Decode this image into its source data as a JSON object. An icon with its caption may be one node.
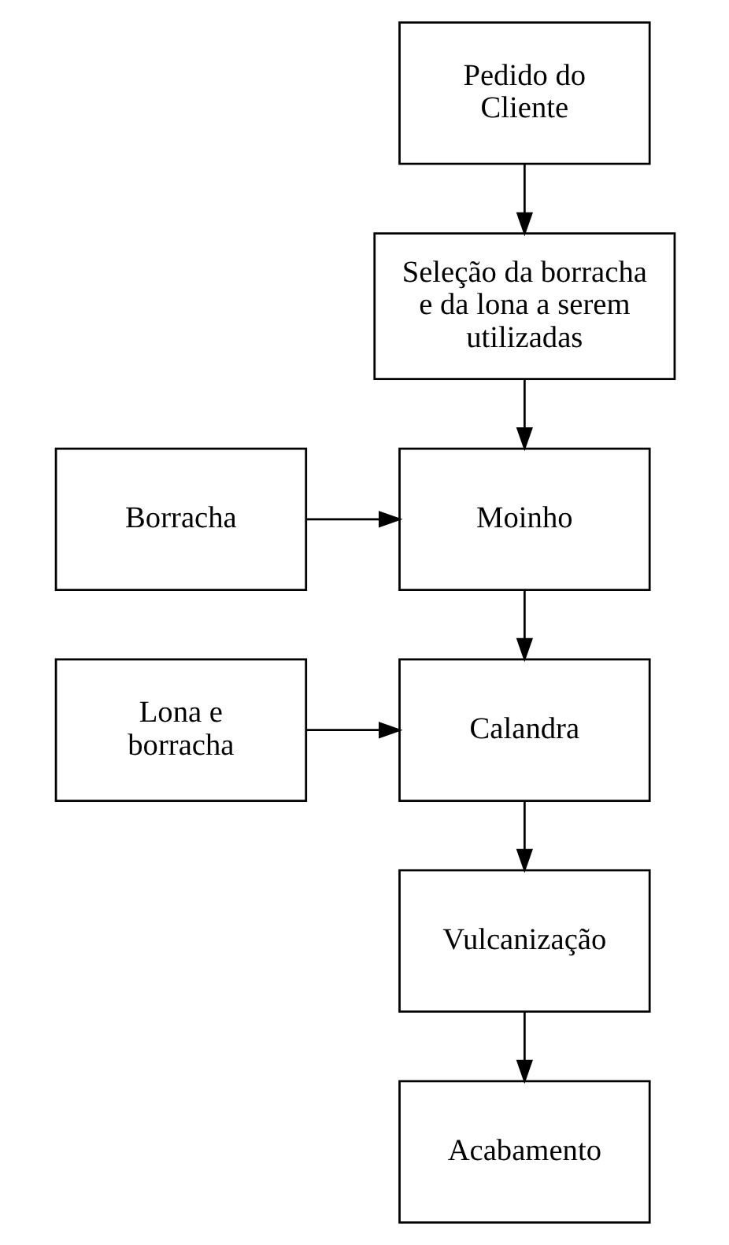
{
  "diagram": {
    "nodes": [
      {
        "text": [
          "Pedido do Cliente"
        ]
      },
      {
        "text": [
          "Seleção da borracha e da lona a serem utilizadas"
        ]
      },
      {
        "text": [
          "Borracha"
        ]
      },
      {
        "text": [
          "Moinho"
        ]
      },
      {
        "text": [
          "Lona e borracha"
        ]
      },
      {
        "text": [
          "Calandra"
        ]
      },
      {
        "text": [
          "Vulcanização"
        ]
      },
      {
        "text": [
          "Acabamento"
        ]
      }
    ],
    "edges": [
      {
        "from": 0,
        "to": 1,
        "arrow": "to"
      },
      {
        "from": 1,
        "to": 3,
        "arrow": "to"
      },
      {
        "from": 2,
        "to": 3,
        "arrow": "to"
      },
      {
        "from": 3,
        "to": 5,
        "arrow": "to"
      },
      {
        "from": 4,
        "to": 5,
        "arrow": "to"
      },
      {
        "from": 5,
        "to": 6,
        "arrow": "to"
      },
      {
        "from": 6,
        "to": 7,
        "arrow": "to"
      }
    ]
  }
}
